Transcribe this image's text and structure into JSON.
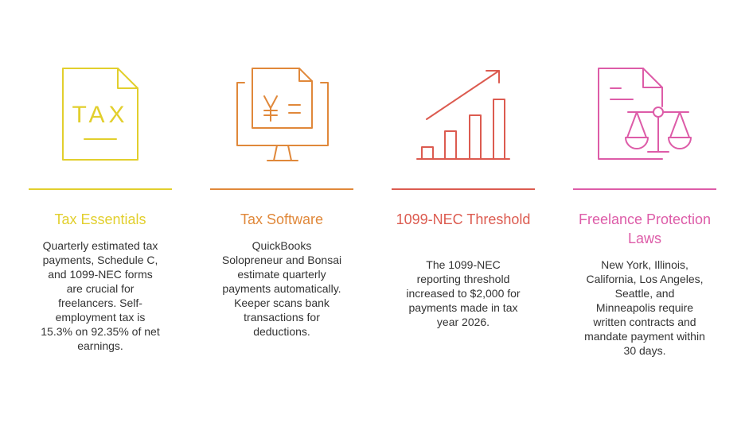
{
  "colors": {
    "tax_essentials": "#E2CF2D",
    "tax_software": "#E0883A",
    "threshold": "#DC5B50",
    "protection": "#DD5CA8"
  },
  "items": [
    {
      "icon": "tax-document-icon",
      "icon_text": "TAX",
      "title": "Tax Essentials",
      "description": "Quarterly estimated tax payments, Schedule C, and 1099-NEC forms are crucial for freelancers. Self-employment tax is 15.3% on 92.35% of net earnings."
    },
    {
      "icon": "computer-yen-document-icon",
      "icon_text": "¥ =",
      "title": "Tax Software",
      "description": "QuickBooks Solopreneur and Bonsai estimate quarterly payments automatically. Keeper scans bank transactions for deductions."
    },
    {
      "icon": "growth-bar-chart-icon",
      "title": "1099-NEC Threshold",
      "description": "The 1099-NEC reporting threshold increased to $2,000 for payments made in tax year 2026."
    },
    {
      "icon": "legal-scale-document-icon",
      "title": "Freelance Protection Laws",
      "description": "New York, Illinois, California, Los Angeles, Seattle, and Minneapolis require written contracts and mandate payment within 30 days."
    }
  ]
}
